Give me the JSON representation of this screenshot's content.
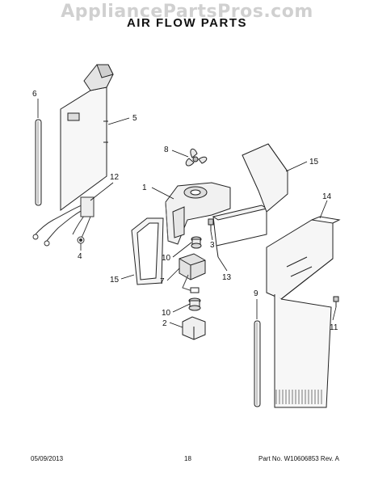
{
  "watermark": "AppliancePartsPros.com",
  "title": "AIR FLOW PARTS",
  "callouts": {
    "c1": "1",
    "c2": "2",
    "c3": "3",
    "c4": "4",
    "c5": "5",
    "c6": "6",
    "c7": "7",
    "c8": "8",
    "c9": "9",
    "c10a": "10",
    "c10b": "10",
    "c11": "11",
    "c12": "12",
    "c13": "13",
    "c14": "14",
    "c15a": "15",
    "c15b": "15"
  },
  "footer": {
    "date": "05/09/2013",
    "page": "18",
    "part_no": "Part No. W10606853  Rev. A"
  }
}
